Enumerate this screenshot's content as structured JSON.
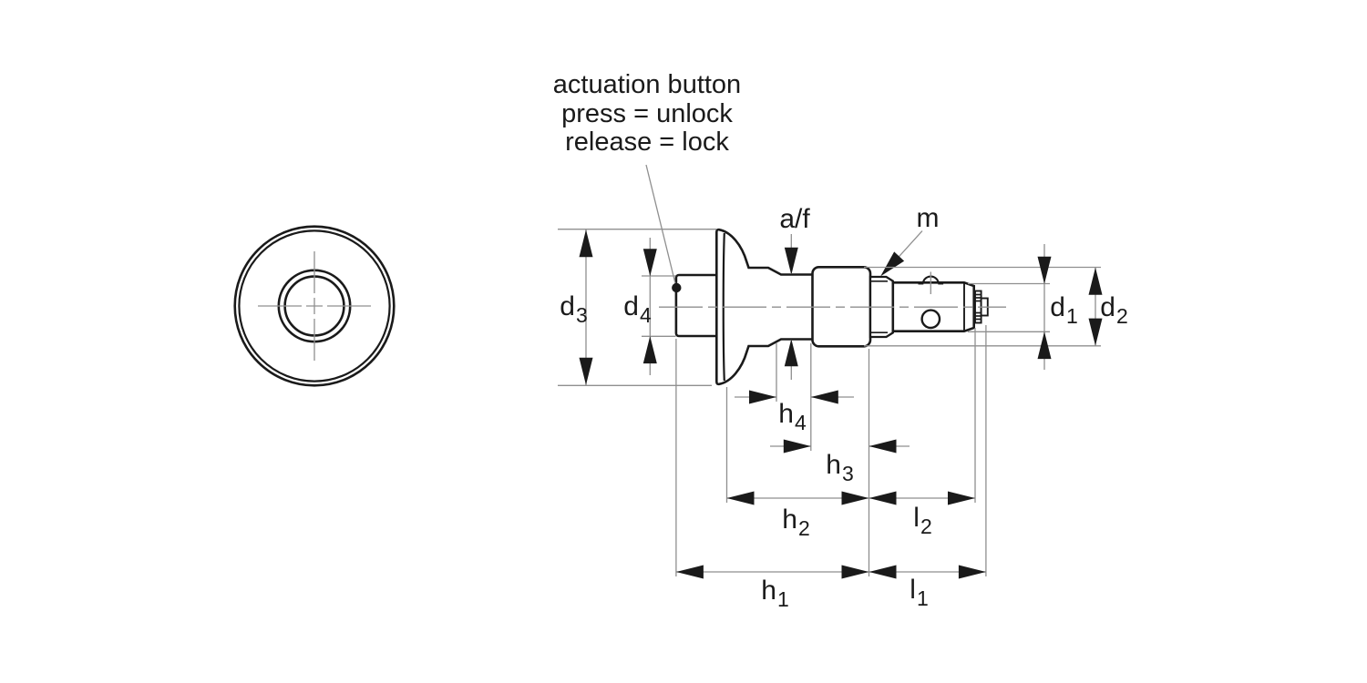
{
  "annotation": {
    "line1": "actuation button",
    "line2": "press = unlock",
    "line3": "release = lock"
  },
  "labels": {
    "af": "a/f",
    "m": "m",
    "d3": {
      "base": "d",
      "sub": "3"
    },
    "d4": {
      "base": "d",
      "sub": "4"
    },
    "d1": {
      "base": "d",
      "sub": "1"
    },
    "d2": {
      "base": "d",
      "sub": "2"
    },
    "h4": {
      "base": "h",
      "sub": "4"
    },
    "h3": {
      "base": "h",
      "sub": "3"
    },
    "h2": {
      "base": "h",
      "sub": "2"
    },
    "h1": {
      "base": "h",
      "sub": "1"
    },
    "l2": {
      "base": "l",
      "sub": "2"
    },
    "l1": {
      "base": "l",
      "sub": "1"
    }
  },
  "colors": {
    "object_line": "#1a1a1a",
    "dimension_line": "#8f8f8f",
    "background": "#ffffff"
  }
}
